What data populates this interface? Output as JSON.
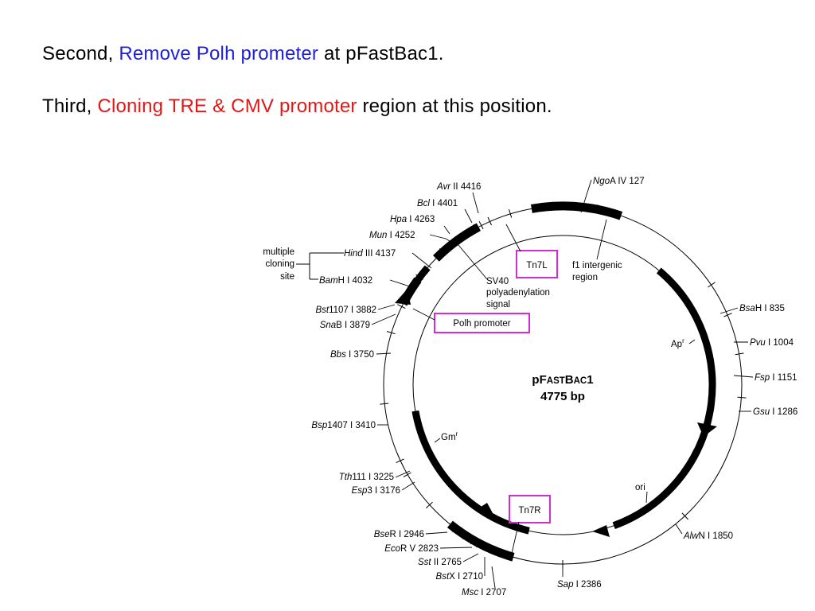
{
  "colors": {
    "body_text": "#000000",
    "blue_highlight": "#1f1fd6",
    "red_highlight": "#e01818",
    "feature_box": "#d42bd4"
  },
  "text": {
    "line1": {
      "prefix": "Second, ",
      "highlight": "Remove Polh prometer",
      "suffix": " at pFastBac1."
    },
    "line2": {
      "prefix": "Third, ",
      "highlight": "Cloning TRE & CMV promoter",
      "suffix": " region at this position."
    }
  },
  "plasmid": {
    "name_p": "p",
    "name_f": "F",
    "name_ast": "AST",
    "name_b": "B",
    "name_ac": "AC",
    "name_1": "1",
    "size": "4775 bp"
  },
  "features": {
    "tn7l": "Tn7L",
    "tn7r": "Tn7R",
    "polh": "Polh promoter",
    "f1_line1": "f1 intergenic",
    "f1_line2": "region",
    "sv40_line1": "SV40",
    "sv40_line2": "polyadenylation",
    "sv40_line3": "signal",
    "ap": "Ap",
    "ap_sup": "r",
    "gm": "Gm",
    "gm_sup": "r",
    "ori": "ori",
    "mcs_line1": "multiple",
    "mcs_line2": "cloning",
    "mcs_line3": "site"
  },
  "sites": {
    "avrii": {
      "enzyme": "Avr",
      "suffix": " II 4416"
    },
    "bcli": {
      "enzyme": "Bcl",
      "suffix": " I 4401"
    },
    "hpai": {
      "enzyme": "Hpa",
      "suffix": " I 4263"
    },
    "muni": {
      "enzyme": "Mun",
      "suffix": " I 4252"
    },
    "hindiii": {
      "enzyme": "Hind",
      "suffix": " III 4137"
    },
    "bamhi": {
      "enzyme": "Bam",
      "suffix": "H I 4032"
    },
    "bst1107i": {
      "enzyme": "Bst",
      "suffix": "1107 I 3882"
    },
    "snabi": {
      "enzyme": "Sna",
      "suffix": "B I 3879"
    },
    "bbsi": {
      "enzyme": "Bbs",
      "suffix": " I 3750"
    },
    "bsp1407i": {
      "enzyme": "Bsp",
      "suffix": "1407 I 3410"
    },
    "tth111i": {
      "enzyme": "Tth",
      "suffix": "111 I 3225"
    },
    "esp3i": {
      "enzyme": "Esp",
      "suffix": "3 I 3176"
    },
    "bseri": {
      "enzyme": "Bse",
      "suffix": "R I 2946"
    },
    "ecorv": {
      "enzyme": "Eco",
      "suffix": "R V 2823"
    },
    "sstii": {
      "enzyme": "Sst",
      "suffix": " II 2765"
    },
    "bstxi": {
      "enzyme": "Bst",
      "suffix": "X I 2710"
    },
    "msci": {
      "enzyme": "Msc",
      "suffix": " I 2707"
    },
    "sapi": {
      "enzyme": "Sap",
      "suffix": " I 2386"
    },
    "alwni": {
      "enzyme": "Alw",
      "suffix": "N I 1850"
    },
    "gsui": {
      "enzyme": "Gsu",
      "suffix": " I 1286"
    },
    "fspi": {
      "enzyme": "Fsp",
      "suffix": " I 1151"
    },
    "pvui": {
      "enzyme": "Pvu",
      "suffix": " I 1004"
    },
    "bsahi": {
      "enzyme": "Bsa",
      "suffix": "H I 835"
    },
    "ngoaiv": {
      "enzyme": "Ngo",
      "suffix": "A IV 127"
    }
  }
}
